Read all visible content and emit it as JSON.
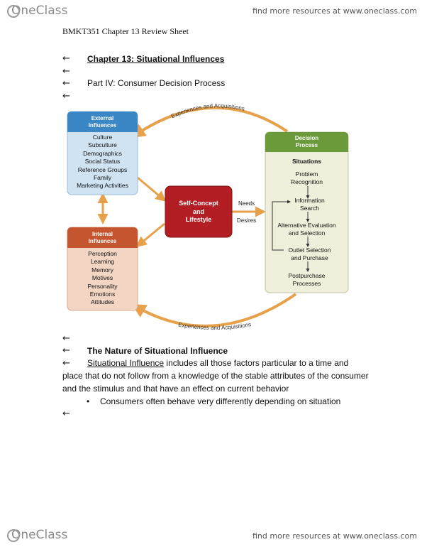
{
  "header": {
    "brand": "OneClass",
    "tagline": "find more resources at www.oneclass.com"
  },
  "doc_title": "BMKT351 Chapter 13 Review Sheet",
  "arrow_glyph": "←",
  "chapter_heading": "Chapter 13: Situational Influences",
  "part_heading": "Part IV: Consumer Decision Process",
  "diagram": {
    "top_arc_label": "Experiences and Acquisitions",
    "bottom_arc_label": "Experiences and Acquisitions",
    "external": {
      "title": [
        "External",
        "Influences"
      ],
      "items": [
        "Culture",
        "Subculture",
        "Demographics",
        "Social Status",
        "Reference Groups",
        "Family",
        "Marketing Activities"
      ]
    },
    "internal": {
      "title": [
        "Internal",
        "Influences"
      ],
      "items": [
        "Perception",
        "Learning",
        "Memory",
        "Motives",
        "Personality",
        "Emotions",
        "Attitudes"
      ]
    },
    "self_concept": [
      "Self-Concept",
      "and",
      "Lifestyle"
    ],
    "needs_label": "Needs",
    "desires_label": "Desires",
    "decision": {
      "title": [
        "Decision",
        "Process"
      ],
      "situations": "Situations",
      "steps": [
        [
          "Problem",
          "Recognition"
        ],
        [
          "Information",
          "Search"
        ],
        [
          "Alternative Evaluation",
          "and Selection"
        ],
        [
          "Outlet Selection",
          "and Purchase"
        ],
        [
          "Postpurchase",
          "Processes"
        ]
      ]
    },
    "colors": {
      "external": "#3b86c4",
      "external_body": "#cfe3f3",
      "internal": "#c4552f",
      "internal_body": "#f3d5c4",
      "decision": "#6b9a3b",
      "decision_body": "#efefdb",
      "self_concept": "#b31d24",
      "connector": "#e6a14a"
    }
  },
  "section_heading": "The Nature of Situational Influence",
  "definition": {
    "term": "Situational Influence",
    "line1": " includes all those factors particular to a time and",
    "line2": "place that do not follow from a knowledge of the stable attributes of the consumer",
    "line3": "and the stimulus and that have an effect on current behavior"
  },
  "bullet": "Consumers often behave very differently depending on situation",
  "footer": {
    "brand": "OneClass",
    "tagline": "find more resources at www.oneclass.com"
  }
}
